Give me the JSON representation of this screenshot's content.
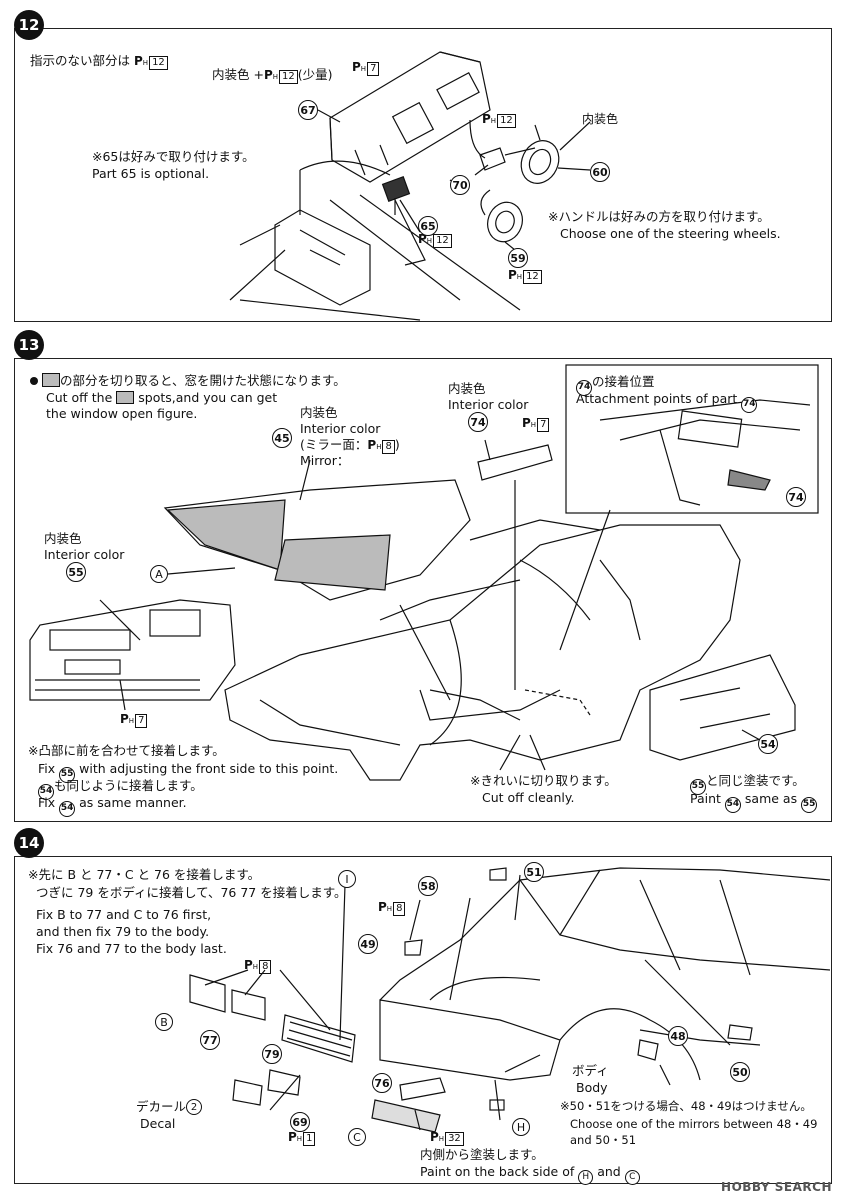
{
  "step12": {
    "number": "12",
    "note_unspecified": "指示のない部分は",
    "note_unspecified_paint": "12",
    "interior_color_plus": "内装色 +",
    "interior_color_plus_paint": "12",
    "interior_color_plus_suffix": "(少量)",
    "paint7": "7",
    "paint12a": "12",
    "interior_color": "内装色",
    "optional_jp": "※65は好みで取り付けます。",
    "optional_en": "Part 65 is optional.",
    "steering_jp": "※ハンドルは好みの方を取り付けます。",
    "steering_en": "Choose one of the steering wheels.",
    "paint_65": "12",
    "paint_59": "12",
    "parts": [
      "67",
      "70",
      "60",
      "65",
      "59"
    ]
  },
  "step13": {
    "number": "13",
    "bullet_jp": "の部分を切り取ると、窓を開けた状態になります。",
    "bullet_en1": "Cut off the",
    "bullet_en1b": "spots,and you can get",
    "bullet_en2": "the window open figure.",
    "interior_color_jp": "内装色",
    "interior_color_en": "Interior color",
    "mirror_jp": "(ミラー面：",
    "mirror_paint": "8",
    "mirror_en": "Mirror：",
    "attach_jp": "の接着位置",
    "attach_en": "Attachment points of part",
    "fix_jp": "※凸部に前を合わせて接着します。",
    "fix_en1": "with adjusting the front side to this point.",
    "fix_jp2": "も同じように接着します。",
    "fix_en2": "as same manner.",
    "fix_word": "Fix",
    "cut_jp": "※きれいに切り取ります。",
    "cut_en": "Cut off cleanly.",
    "paint_same_jp": "と同じ塗装です。",
    "paint_same_en_a": "Paint",
    "paint_same_en_b": "same as",
    "paint7": "7",
    "letter_a": "A",
    "parts": [
      "45",
      "74",
      "55",
      "54"
    ]
  },
  "step14": {
    "number": "14",
    "note_jp1": "※先に B と 77・C と 76 を接着します。",
    "note_jp2": "つぎに 79 をボディに接着して、76 77 を接着します。",
    "note_en1": "Fix B to 77 and C to 76 first,",
    "note_en2": "and then fix 79 to the body.",
    "note_en3": "Fix 76 and 77 to the body last.",
    "paint8a": "8",
    "paint8b": "8",
    "paint1": "1",
    "paint32": "32",
    "decal_jp": "デカール",
    "decal_en": "Decal",
    "decal_num": "2",
    "body_jp": "ボディ",
    "body_en": "Body",
    "backside_jp": "内側から塗装します。",
    "backside_en_a": "Paint on the back side of",
    "backside_en_b": "and",
    "mirror_note_jp": "※50・51をつける場合、48・49はつけません。",
    "mirror_note_en1": "Choose one of the mirrors between 48・49",
    "mirror_note_en2": "and 50・51",
    "letters": [
      "B",
      "C",
      "I",
      "H"
    ],
    "parts": [
      "58",
      "51",
      "49",
      "77",
      "79",
      "69",
      "76",
      "48",
      "50"
    ]
  },
  "watermark": "HOBBY SEARCH"
}
